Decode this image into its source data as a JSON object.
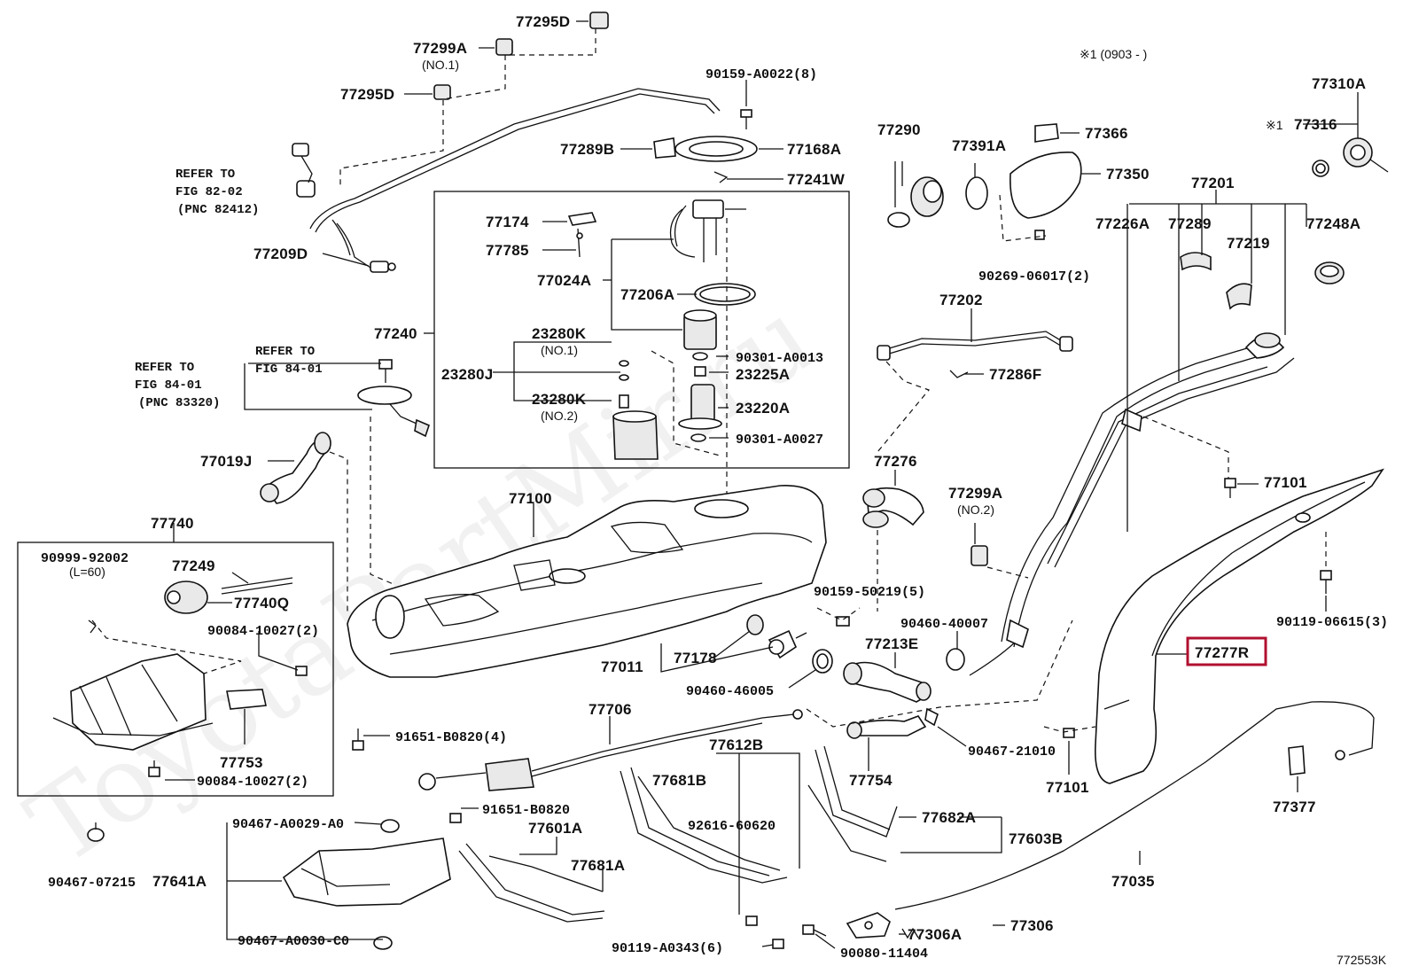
{
  "header": {
    "note": "※1 (0903 -    )"
  },
  "footer": {
    "figure_code": "772553K"
  },
  "watermark": "ToyotaPartMir.ru",
  "highlight": {
    "part": "77277R",
    "color": "#b01030"
  },
  "refer_to": [
    {
      "line1": "REFER TO",
      "line2": "FIG 82-02",
      "line3": "(PNC 82412)"
    },
    {
      "line1": "REFER TO",
      "line2": "FIG 84-01"
    },
    {
      "line1": "REFER TO",
      "line2": "FIG 84-01",
      "line3": "(PNC 83320)"
    }
  ],
  "labels": {
    "p77295D_a": "77295D",
    "p77299A_1": "77299A",
    "no1_a": "(NO.1)",
    "p77295D_b": "77295D",
    "p90159_A0022": "90159-A0022(8)",
    "p77289B": "77289B",
    "p77168A": "77168A",
    "p77241W": "77241W",
    "p77209D": "77209D",
    "p77174": "77174",
    "p77785": "77785",
    "p77024A": "77024A",
    "p77206A": "77206A",
    "p77240": "77240",
    "p23280K_1": "23280K",
    "no1_b": "(NO.1)",
    "p23280J": "23280J",
    "p23280K_2": "23280K",
    "no2_a": "(NO.2)",
    "p90301_A0013": "90301-A0013",
    "p23225A": "23225A",
    "p23220A": "23220A",
    "p90301_A0027": "90301-A0027",
    "p77019J": "77019J",
    "p77100": "77100",
    "p77740": "77740",
    "p90999": "90999-92002",
    "l60": "(L=60)",
    "p77249": "77249",
    "p77740Q": "77740Q",
    "p90084_a": "90084-10027(2)",
    "p77753": "77753",
    "p90084_b": "90084-10027(2)",
    "p77290": "77290",
    "p77391A": "77391A",
    "p77366": "77366",
    "p77350": "77350",
    "p90269": "90269-06017(2)",
    "p77310A": "77310A",
    "p77316_mark": "※1",
    "p77316": "77316",
    "p77201": "77201",
    "p77226A": "77226A",
    "p77289": "77289",
    "p77219": "77219",
    "p77248A": "77248A",
    "p77202": "77202",
    "p77286F": "77286F",
    "p77276": "77276",
    "p77299A_2": "77299A",
    "no2_b": "(NO.2)",
    "p77101_a": "77101",
    "p90159_50219": "90159-50219(5)",
    "p90460_40007": "90460-40007",
    "p77213E": "77213E",
    "p90119_06615": "90119-06615(3)",
    "p77277R": "77277R",
    "p77011": "77011",
    "p77178": "77178",
    "p90460_46005": "90460-46005",
    "p77706": "77706",
    "p91651_B0820_4": "91651-B0820(4)",
    "p77612B": "77612B",
    "p77754": "77754",
    "p90467_21010": "90467-21010",
    "p77101_b": "77101",
    "p77681B": "77681B",
    "p91651_B0820": "91651-B0820",
    "p92616": "92616-60620",
    "p77682A": "77682A",
    "p77603B": "77603B",
    "p77377": "77377",
    "p90467_A0029": "90467-A0029-A0",
    "p77601A": "77601A",
    "p77681A": "77681A",
    "p90467_07215": "90467-07215",
    "p77641A": "77641A",
    "p77035": "77035",
    "p90467_A0030": "90467-A0030-C0",
    "p90119_A0343": "90119-A0343(6)",
    "p77306A": "77306A",
    "p77306": "77306",
    "p90080": "90080-11404"
  }
}
